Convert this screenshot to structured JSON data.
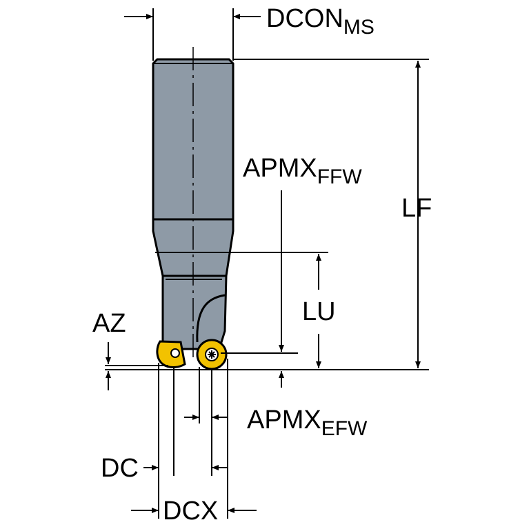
{
  "labels": {
    "dcon": {
      "main": "DCON",
      "sub": "MS"
    },
    "apmx_ffw": {
      "main": "APMX",
      "sub": "FFW"
    },
    "lf": "LF",
    "lu": "LU",
    "az": "AZ",
    "apmx_efw": {
      "main": "APMX",
      "sub": "EFW"
    },
    "dc": "DC",
    "dcx": "DCX"
  },
  "colors": {
    "tool_body": "#8e9aa6",
    "tool_outline": "#000000",
    "insert": "#f2c200",
    "line": "#000000",
    "background": "#ffffff"
  }
}
